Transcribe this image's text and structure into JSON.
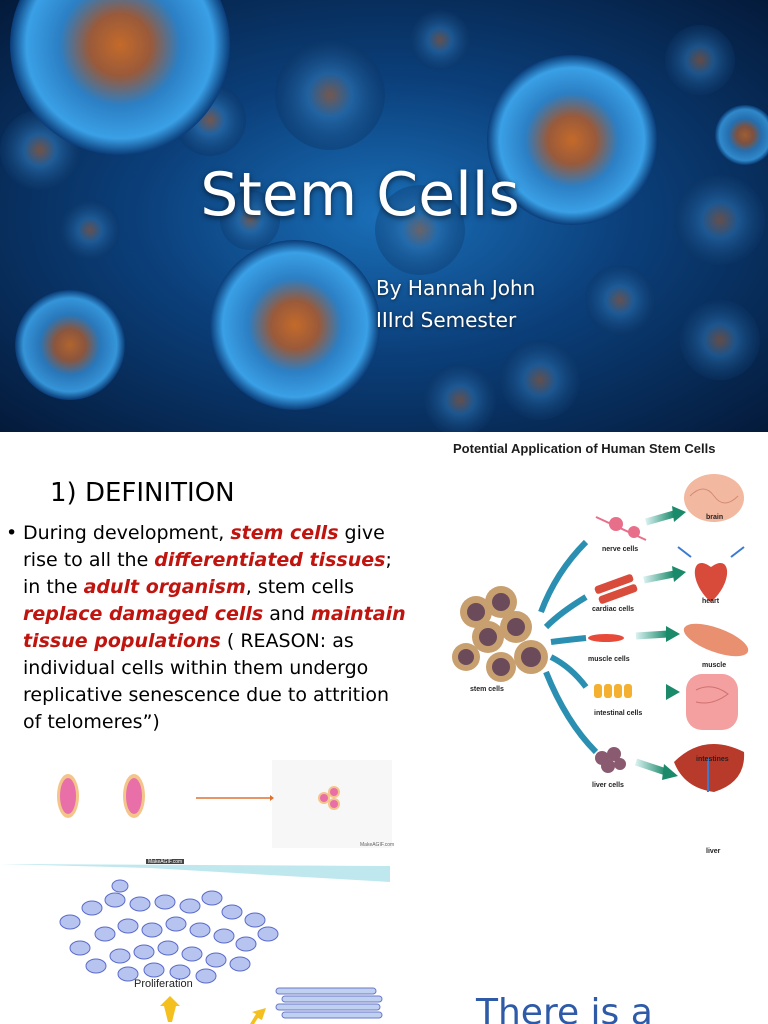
{
  "slide1": {
    "title": "Stem Cells",
    "author": "By Hannah John",
    "semester": "IIIrd Semester"
  },
  "slide2": {
    "heading": "1) DEFINITION",
    "bullet": "•",
    "paragraph": {
      "p1": "During development, ",
      "h1": "stem cells",
      "p2": " give rise to all the ",
      "h2": "differentiated tissues",
      "p3": "; in the ",
      "h3": "adult organism",
      "p4": ", stem cells ",
      "h4": "replace damaged cells",
      "p5": " and ",
      "h5": "maintain tissue populations",
      "p6": " ( REASON: as individual cells within them undergo replicative senescence due to attrition of telomeres”)"
    },
    "figure": {
      "title": "Potential Application of Human Stem Cells",
      "labels": {
        "stem_cells": "stem cells",
        "nerve_cells": "nerve cells",
        "cardiac_cells": "cardiac cells",
        "muscle_cells": "muscle cells",
        "intestinal_cells": "intestinal cells",
        "liver_cells": "liver cells",
        "brain": "brain",
        "heart": "heart",
        "muscle": "muscle",
        "intestines": "intestines",
        "liver": "liver"
      }
    },
    "gif_caption_left": "MakeAGIF.com",
    "gif_caption_right": "MakeAGIF.com"
  },
  "slide3": {
    "proliferation_label": "Proliferation",
    "big_text": "There is a"
  },
  "colors": {
    "highlight": "#c0140f",
    "accent_blue": "#2e5aa8",
    "arrow_teal": "#2aa07a"
  }
}
